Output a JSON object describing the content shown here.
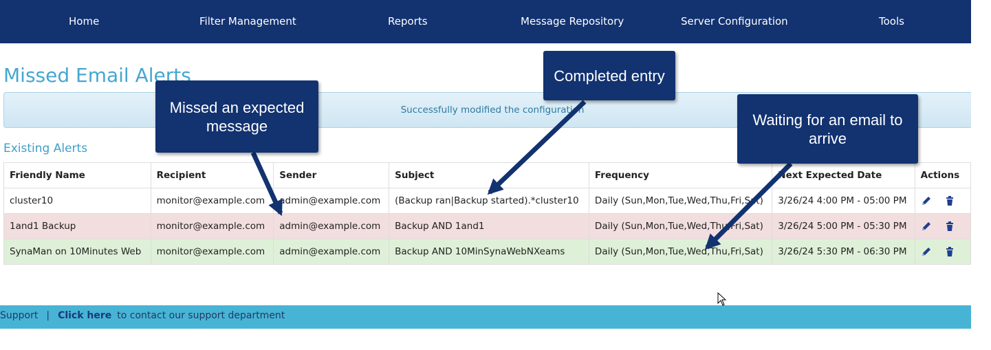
{
  "nav": {
    "items": [
      {
        "label": "Home"
      },
      {
        "label": "Filter Management"
      },
      {
        "label": "Reports"
      },
      {
        "label": "Message Repository"
      },
      {
        "label": "Server Configuration"
      },
      {
        "label": "Tools"
      }
    ]
  },
  "page": {
    "title": "Missed Email Alerts",
    "alert_message": "Successfully modified the configuration",
    "section_title": "Existing Alerts"
  },
  "table": {
    "headers": [
      "Friendly Name",
      "Recipient",
      "Sender",
      "Subject",
      "Frequency",
      "Next Expected Date",
      "Actions"
    ],
    "rows": [
      {
        "status": "completed",
        "name": "cluster10",
        "recipient": "monitor@example.com",
        "sender": "admin@example.com",
        "subject": "(Backup ran|Backup started).*cluster10",
        "frequency": "Daily (Sun,Mon,Tue,Wed,Thu,Fri,Sat)",
        "next_expected": "3/26/24 4:00 PM - 05:00 PM"
      },
      {
        "status": "missed",
        "name": "1and1 Backup",
        "recipient": "monitor@example.com",
        "sender": "admin@example.com",
        "subject": "Backup AND 1and1",
        "frequency": "Daily (Sun,Mon,Tue,Wed,Thu,Fri,Sat)",
        "next_expected": "3/26/24 5:00 PM - 05:30 PM"
      },
      {
        "status": "waiting",
        "name": "SynaMan on 10Minutes Web",
        "recipient": "monitor@example.com",
        "sender": "admin@example.com",
        "subject": "Backup AND 10MinSynaWebNXeams",
        "frequency": "Daily (Sun,Mon,Tue,Wed,Thu,Fri,Sat)",
        "next_expected": "3/26/24 5:30 PM - 06:30 PM"
      }
    ],
    "row_colors": {
      "completed": "#ffffff",
      "missed": "#f2dede",
      "waiting": "#dff0d8"
    }
  },
  "footer": {
    "support_label": "Support",
    "separator": "|",
    "link_label": "Click here",
    "text": "to contact our support department"
  },
  "callouts": {
    "missed": "Missed an expected message",
    "completed": "Completed entry",
    "waiting": "Waiting for an email to arrive"
  },
  "icons": {
    "edit": "pencil-icon",
    "delete": "trash-icon",
    "cursor": "mouse-pointer-icon"
  },
  "colors": {
    "navbar": "#123270",
    "title": "#45a7d0",
    "footer": "#48b4d5",
    "callout": "#123270"
  }
}
